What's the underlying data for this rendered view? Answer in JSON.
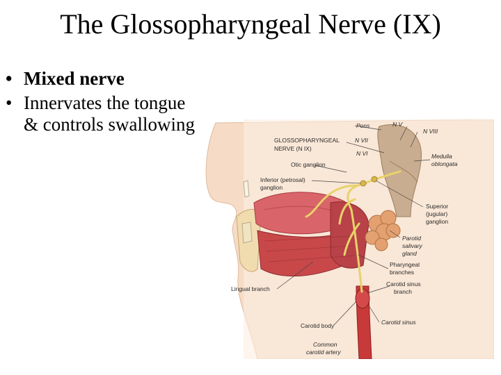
{
  "slide": {
    "title": "The Glossopharyngeal Nerve (IX)",
    "bullets": [
      {
        "text": "Mixed nerve",
        "bold": true
      },
      {
        "text": "Innervates the tongue & controls swallowing",
        "bold": false
      }
    ]
  },
  "figure": {
    "labels": {
      "pons": "Pons",
      "n_v": "N V",
      "n_viii": "N VIII",
      "glosso_1": "GLOSSOPHARYNGEAL",
      "glosso_2": "NERVE (N IX)",
      "n_vii": "N VII",
      "n_vi": "N VI",
      "otic": "Otic ganglion",
      "inferior_1": "Inferior (petrosal)",
      "inferior_2": "ganglion",
      "medulla_1": "Medulla",
      "medulla_2": "oblongata",
      "superior_1": "Superior",
      "superior_2": "(jugular)",
      "superior_3": "ganglion",
      "parotid_1": "Parotid",
      "parotid_2": "salivary",
      "parotid_3": "gland",
      "pharyngeal_1": "Pharyngeal",
      "pharyngeal_2": "branches",
      "carotid_sinus_branch_1": "Carotid sinus",
      "carotid_sinus_branch_2": "branch",
      "lingual": "Lingual branch",
      "carotid_sinus": "Carotid sinus",
      "carotid_body": "Carotid body",
      "common_1": "Common",
      "common_2": "carotid artery"
    },
    "colors": {
      "skin": "#f2c8a8",
      "muscle": "#c8484a",
      "tongue": "#d9646a",
      "nerve": "#e8d26a",
      "gland": "#e3a070",
      "artery": "#c83a3a",
      "brainstem": "#b89a7a"
    }
  }
}
